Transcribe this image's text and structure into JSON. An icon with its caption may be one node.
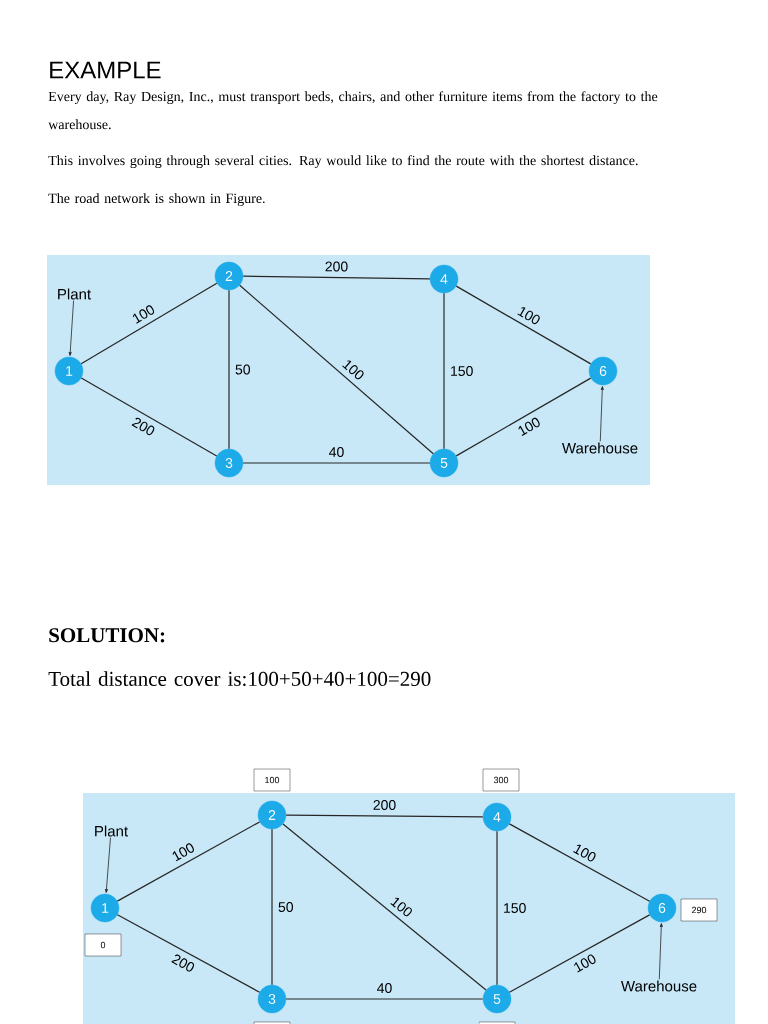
{
  "diagram": {
    "title": "EXAMPLE",
    "nodes": [
      {
        "text": [
          "1"
        ]
      },
      {
        "text": [
          "2"
        ]
      },
      {
        "text": [
          "3"
        ]
      },
      {
        "text": [
          "4"
        ]
      },
      {
        "text": [
          "5"
        ]
      },
      {
        "text": [
          "6"
        ]
      },
      {
        "text": [
          "Plant"
        ]
      },
      {
        "text": [
          "Warehouse"
        ]
      },
      {
        "text": [
          "1"
        ]
      },
      {
        "text": [
          "2"
        ]
      },
      {
        "text": [
          "3"
        ]
      },
      {
        "text": [
          "4"
        ]
      },
      {
        "text": [
          "5"
        ]
      },
      {
        "text": [
          "6"
        ]
      },
      {
        "text": [
          "Plant"
        ]
      },
      {
        "text": [
          "Warehouse"
        ]
      },
      {
        "text": [
          "100"
        ]
      },
      {
        "text": [
          "300"
        ]
      },
      {
        "text": [
          "0"
        ]
      },
      {
        "text": [
          "290"
        ]
      },
      {
        "text": [],
        "shape": "box"
      },
      {
        "text": [],
        "shape": "box"
      }
    ],
    "edges": [
      {
        "from": 0,
        "to": 1,
        "arrow": "none",
        "label": "100"
      },
      {
        "from": 0,
        "to": 2,
        "arrow": "none",
        "label": "200"
      },
      {
        "from": 1,
        "to": 2,
        "arrow": "none",
        "label": "50"
      },
      {
        "from": 1,
        "to": 3,
        "arrow": "none",
        "label": "200"
      },
      {
        "from": 1,
        "to": 4,
        "arrow": "none",
        "label": "100"
      },
      {
        "from": 2,
        "to": 4,
        "arrow": "none",
        "label": "40"
      },
      {
        "from": 3,
        "to": 4,
        "arrow": "none",
        "label": "150"
      },
      {
        "from": 3,
        "to": 5,
        "arrow": "none",
        "label": "100"
      },
      {
        "from": 4,
        "to": 5,
        "arrow": "none",
        "label": "100"
      },
      {
        "from": 6,
        "to": 0,
        "arrow": "to"
      },
      {
        "from": 7,
        "to": 5,
        "arrow": "to"
      },
      {
        "from": 8,
        "to": 9,
        "arrow": "none",
        "label": "100"
      },
      {
        "from": 8,
        "to": 10,
        "arrow": "none",
        "label": "200"
      },
      {
        "from": 9,
        "to": 10,
        "arrow": "none",
        "label": "50"
      },
      {
        "from": 9,
        "to": 11,
        "arrow": "none",
        "label": "200"
      },
      {
        "from": 9,
        "to": 12,
        "arrow": "none",
        "label": "100"
      },
      {
        "from": 10,
        "to": 12,
        "arrow": "none",
        "label": "40"
      },
      {
        "from": 11,
        "to": 12,
        "arrow": "none",
        "label": "150"
      },
      {
        "from": 11,
        "to": 13,
        "arrow": "none",
        "label": "100"
      },
      {
        "from": 12,
        "to": 13,
        "arrow": "none",
        "label": "100"
      },
      {
        "from": 14,
        "to": 8,
        "arrow": "to"
      },
      {
        "from": 15,
        "to": 13,
        "arrow": "to"
      }
    ],
    "labels": [
      "Every day, Ray Design, Inc., must transport beds, chairs, and other furniture items from the factory to the warehouse.",
      "This involves going through several cities. Ray would like to find the route with the shortest distance.",
      "The road network is shown in Figure.",
      "SOLUTION:",
      "Total distance cover is:100+50+40+100=290"
    ]
  }
}
